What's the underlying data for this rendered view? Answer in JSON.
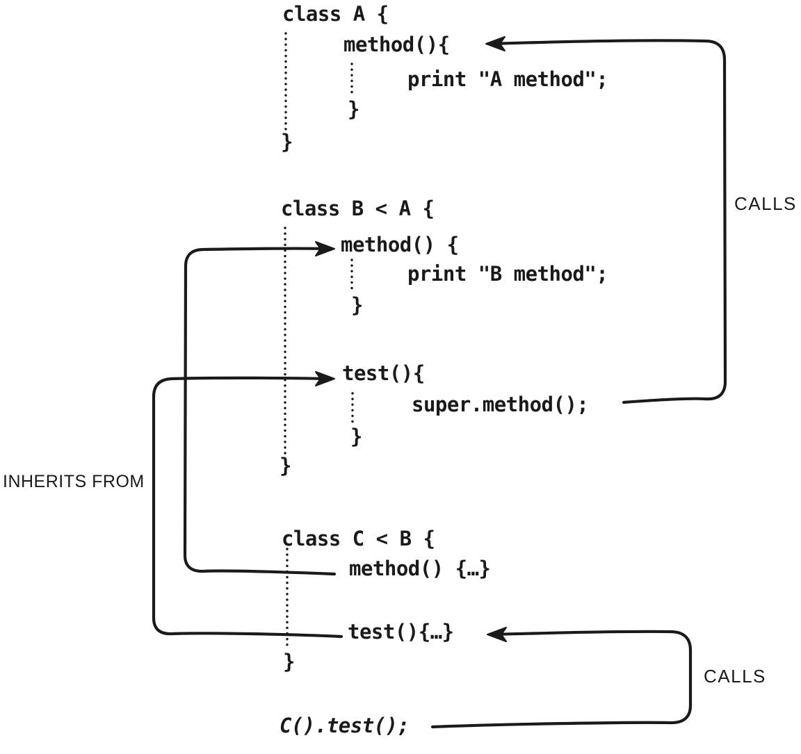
{
  "colors": {
    "ink": "#1a1a1a",
    "paper": "#ffffff"
  },
  "labels": {
    "calls_top": "CALLS",
    "calls_bottom": "CALLS",
    "inherits_from": "INHERITS FROM"
  },
  "code": {
    "class_a": {
      "header": "class A {",
      "method_sig": "method(){",
      "method_body": "print \"A method\";",
      "method_close": "}",
      "class_close": "}"
    },
    "class_b": {
      "header": "class B < A {",
      "method_sig": "method() {",
      "method_body": "print \"B method\";",
      "method_close": "}",
      "test_sig": "test(){",
      "test_body": "super.method();",
      "test_close": "}",
      "class_close": "}"
    },
    "class_c": {
      "header": "class C < B {",
      "method_line": "method() {…}",
      "test_line": "test(){…}",
      "class_close": "}"
    },
    "call_line": "C().test();"
  }
}
